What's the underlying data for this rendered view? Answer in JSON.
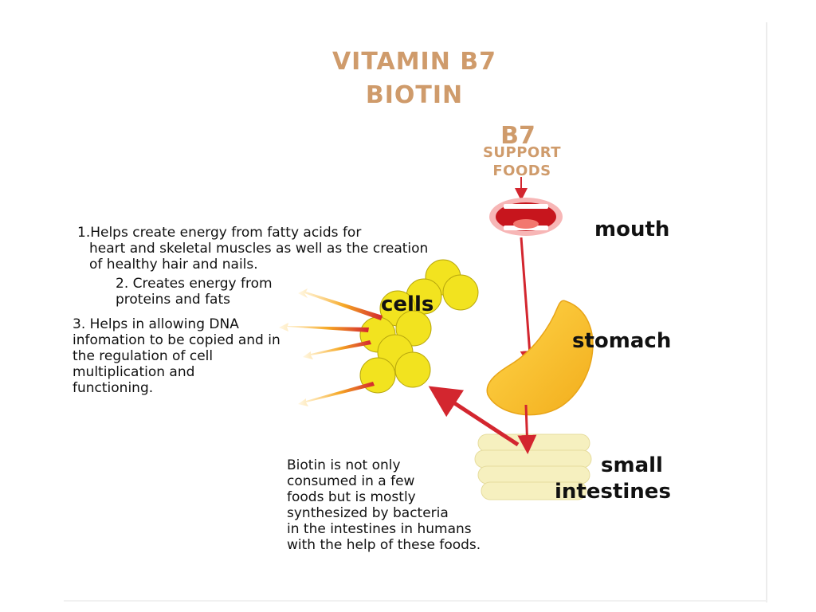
{
  "title": {
    "line1": "VITAMIN B7",
    "line2": "BIOTIN"
  },
  "b7_label": "B7",
  "support_label": {
    "line1": "SUPPORT",
    "line2": "FOODS"
  },
  "organs": {
    "mouth": "mouth",
    "cells": "cells",
    "stomach": "stomach",
    "small": "small",
    "intestines": "intestines"
  },
  "functions": [
    {
      "lines": [
        "1.Helps create energy from fatty acids for",
        "heart and skeletal muscles as well as the creation",
        "of healthy hair and nails."
      ]
    },
    {
      "lines": [
        "2. Creates energy from",
        "proteins and fats"
      ]
    },
    {
      "lines": [
        "3. Helps in allowing DNA",
        "infomation to be copied and in",
        "the regulation of cell",
        "multiplication and",
        "functioning."
      ]
    }
  ],
  "note": {
    "lines": [
      "Biotin is not only",
      "consumed in a few",
      "foods but is mostly",
      "synthesized by bacteria",
      "in the intestines in humans",
      "with the help of these foods."
    ]
  },
  "colors": {
    "title": "#cf9b6b",
    "arrow_red": "#d3262f",
    "cell_yellow": "#f2e31f",
    "stomach_yellow": "#f7c12a",
    "intestine_cream": "#f6f0bf",
    "glow_orange": "#f5a623"
  }
}
